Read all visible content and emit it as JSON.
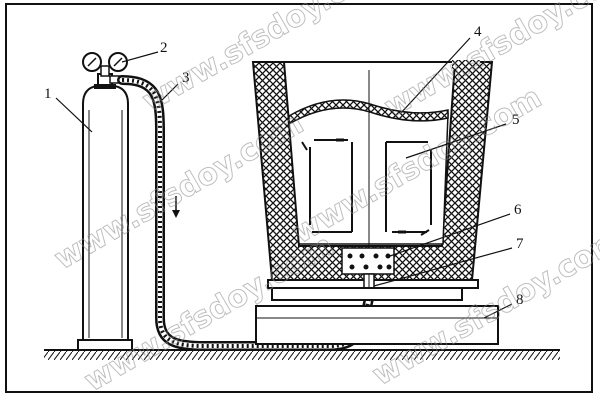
{
  "figure": {
    "callouts": [
      {
        "num": "1"
      },
      {
        "num": "2"
      },
      {
        "num": "3"
      },
      {
        "num": "4"
      },
      {
        "num": "5"
      },
      {
        "num": "6"
      },
      {
        "num": "7"
      },
      {
        "num": "8"
      }
    ],
    "watermarks": [
      "www.sfsdoy.com",
      "www.sfsdoy.com",
      "www.sfsdoy.com",
      "www.sfsdoy.com",
      "www.sfsdoy.com",
      "www.sfsdoy.com"
    ],
    "colors": {
      "ink": "#111111",
      "background": "#ffffff",
      "watermark": "#8a8a8a"
    }
  }
}
